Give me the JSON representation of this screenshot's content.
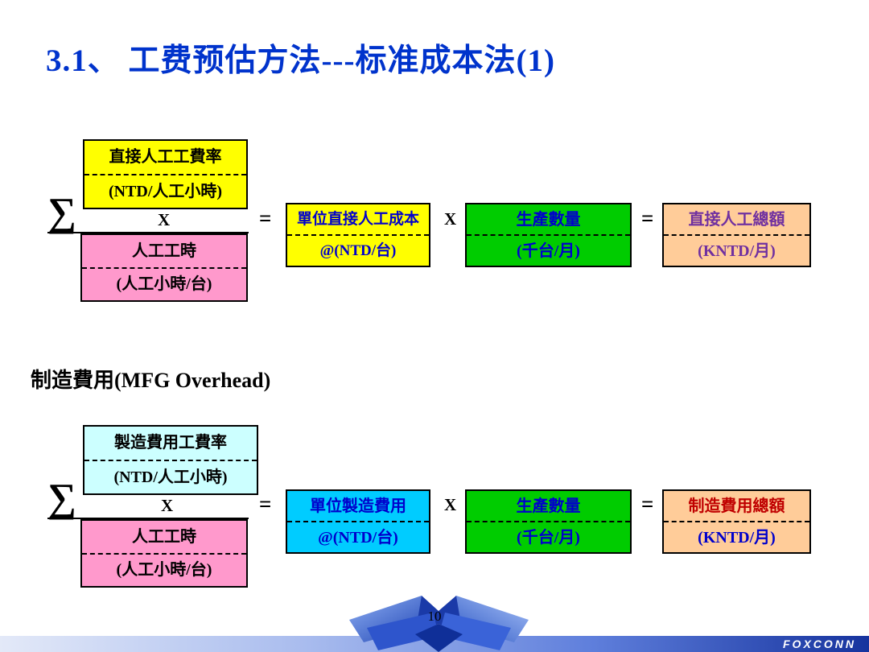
{
  "title": "3.1、 工费预估方法---标准成本法(1)",
  "section_label": "制造費用(MFG Overhead)",
  "page_number": "10",
  "footer": {
    "brand": "FOXCONN"
  },
  "operators": {
    "sigma": "∑",
    "multiply": "X",
    "equals": "="
  },
  "diagram_labor": {
    "rate_box": {
      "line1": "直接人工工費率",
      "line2": "(NTD/人工小時)"
    },
    "hours_box": {
      "line1": "人工工時",
      "line2": "(人工小時/台)"
    },
    "unit_cost_box": {
      "line1": "單位直接人工成本",
      "line2": "@(NTD/台)"
    },
    "quantity_box": {
      "line1": "生產數量",
      "line2": "(千台/月)"
    },
    "total_box": {
      "line1": "直接人工總額",
      "line2": "(KNTD/月)"
    }
  },
  "diagram_overhead": {
    "rate_box": {
      "line1": "製造費用工費率",
      "line2": "(NTD/人工小時)"
    },
    "hours_box": {
      "line1": "人工工時",
      "line2": "(人工小時/台)"
    },
    "unit_cost_box": {
      "line1": "單位製造費用",
      "line2": "@(NTD/台)"
    },
    "quantity_box": {
      "line1": "生產數量",
      "line2": "(千台/月)"
    },
    "total_box": {
      "line1": "制造費用總額",
      "line2": "(KNTD/月)"
    }
  },
  "colors": {
    "title_blue": "#0033cc",
    "box_yellow": "#ffff00",
    "box_pink": "#ff99cc",
    "box_green": "#00cc00",
    "box_peach": "#ffcc99",
    "box_cyan": "#00ccff",
    "box_light_cyan": "#ccffff",
    "text_blue": "#0000cc",
    "text_purple": "#7030a0",
    "text_red": "#c00000",
    "footer_blue": "#16339e"
  }
}
